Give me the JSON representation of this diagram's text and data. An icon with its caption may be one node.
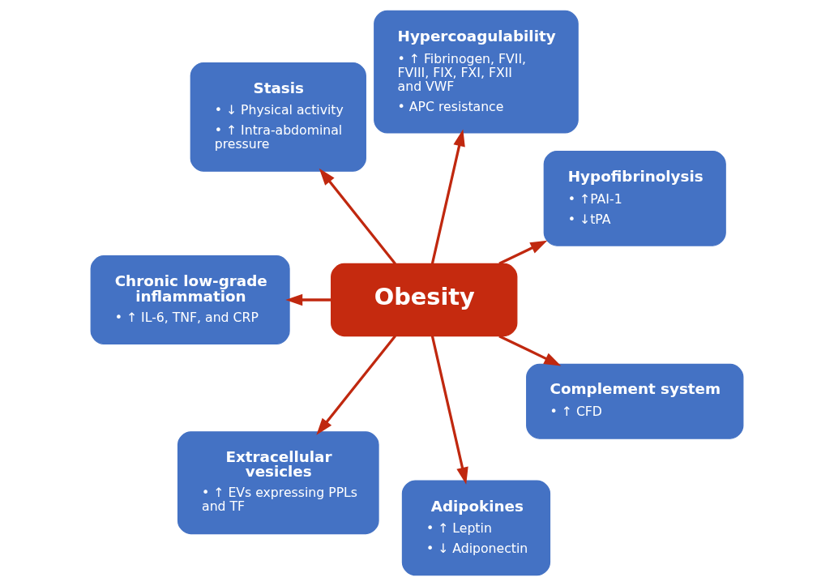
{
  "diagram": {
    "nodes": [
      {
        "text": [
          "Hypofibrinolysis",
          "• ↑PAI-1",
          "• ↓tPA"
        ]
      },
      {
        "text": [
          "Hypercoagulability",
          "• ↑ Fibrinogen, FVII, FVIII, FIX, FXI, FXII and VWF",
          "• APC resistance"
        ]
      },
      {
        "text": [
          "Stasis",
          "• ↓ Physical activity",
          "• ↑ Intra-abdominal pressure"
        ]
      },
      {
        "text": [
          "Obesity"
        ]
      },
      {
        "text": [
          "Chronic low-grade inflammation",
          "• ↑ IL-6, TNF, and CRP"
        ]
      },
      {
        "text": [
          "Extracellular vesicles",
          "• ↑ EVs expressing PPLs and TF"
        ]
      },
      {
        "text": [
          "Adipokines",
          "• ↑ Leptin",
          "• ↓ Adiponectin"
        ]
      },
      {
        "text": [
          "Complement system",
          "• ↑ CFD"
        ]
      }
    ],
    "edges": [
      {
        "from": 3,
        "to": 0,
        "arrow": "to"
      },
      {
        "from": 3,
        "to": 1,
        "arrow": "to"
      },
      {
        "from": 3,
        "to": 2,
        "arrow": "to"
      },
      {
        "from": 3,
        "to": 4,
        "arrow": "to"
      },
      {
        "from": 3,
        "to": 5,
        "arrow": "to"
      },
      {
        "from": 3,
        "to": 6,
        "arrow": "to"
      },
      {
        "from": 3,
        "to": 7,
        "arrow": "to"
      }
    ]
  }
}
